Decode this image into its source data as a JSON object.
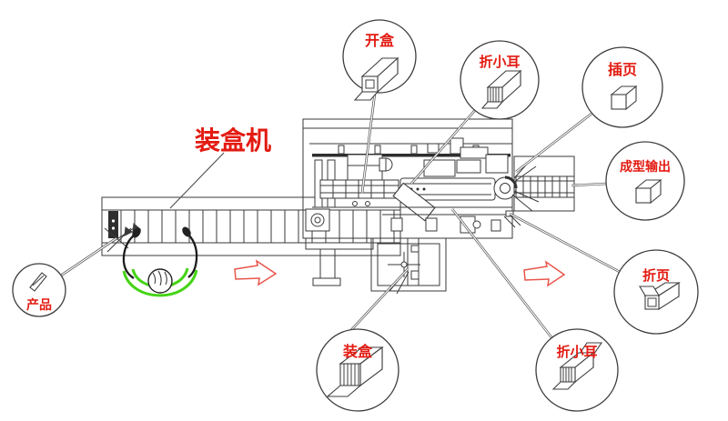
{
  "title": {
    "label": "装盒机"
  },
  "callouts": [
    {
      "id": "open-carton",
      "label": "开盒",
      "icon": "open-carton-icon"
    },
    {
      "id": "fold-ear-top",
      "label": "折小耳",
      "icon": "fold-small-ear-icon"
    },
    {
      "id": "insert-leaflet",
      "label": "插页",
      "icon": "cube-carton-icon"
    },
    {
      "id": "formed-output",
      "label": "成型输出",
      "icon": "cube-carton-icon"
    },
    {
      "id": "fold-flap",
      "label": "折页",
      "icon": "open-flap-carton-icon"
    },
    {
      "id": "fold-ear-bottom",
      "label": "折小耳",
      "icon": "fold-small-ear-flap-icon"
    },
    {
      "id": "load-carton",
      "label": "装盒",
      "icon": "loaded-carton-icon"
    },
    {
      "id": "product",
      "label": "产品",
      "icon": "product-stick-icon"
    }
  ],
  "colors": {
    "red_text": "#e31b12",
    "arrow_red": "#e8554b",
    "worker_green": "#45d414",
    "line": "#3a3a3a"
  }
}
